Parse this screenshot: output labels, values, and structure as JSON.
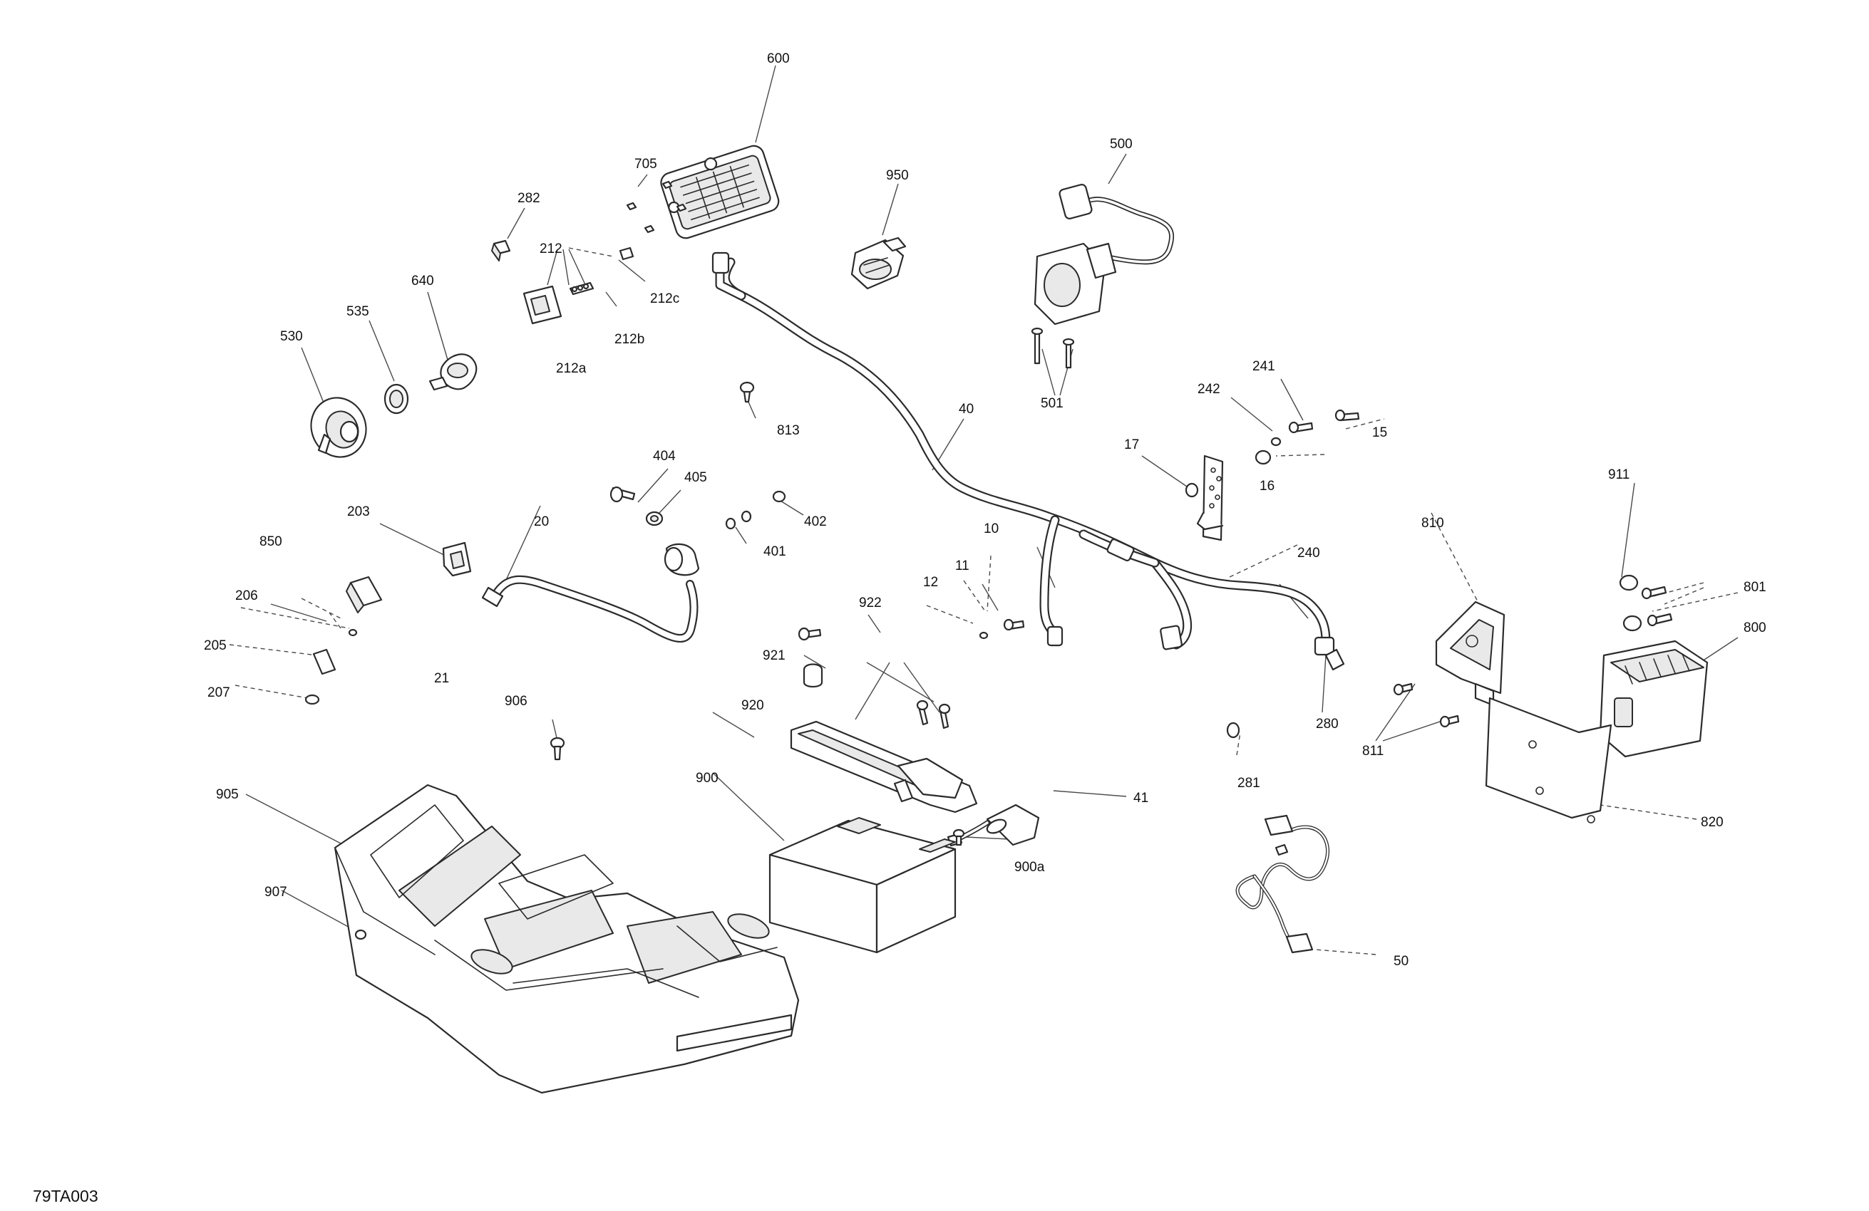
{
  "figure_code": "79TA003",
  "callouts": {
    "c600": "600",
    "c705": "705",
    "c950": "950",
    "c500": "500",
    "c282": "282",
    "c212": "212",
    "c212c": "212c",
    "c212b": "212b",
    "c212a": "212a",
    "c640": "640",
    "c535": "535",
    "c530": "530",
    "c501": "501",
    "c241": "241",
    "c242": "242",
    "c15": "15",
    "c16": "16",
    "c17": "17",
    "c813": "813",
    "c40": "40",
    "c404": "404",
    "c405": "405",
    "c402": "402",
    "c401": "401",
    "c203": "203",
    "c20": "20",
    "c240": "240",
    "c850": "850",
    "c10": "10",
    "c11": "11",
    "c12": "12",
    "c206": "206",
    "c922": "922",
    "c205": "205",
    "c21": "21",
    "c921": "921",
    "c207": "207",
    "c906": "906",
    "c920": "920",
    "c900": "900",
    "c905": "905",
    "c907": "907",
    "c41": "41",
    "c900a": "900a",
    "c810": "810",
    "c911": "911",
    "c801": "801",
    "c800": "800",
    "c280": "280",
    "c811": "811",
    "c281": "281",
    "c820": "820",
    "c50": "50"
  }
}
